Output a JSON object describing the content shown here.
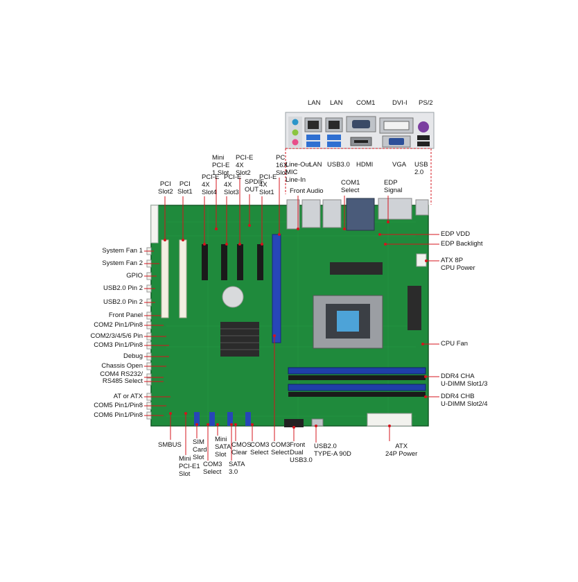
{
  "io_labels": {
    "lan1": "LAN",
    "lan2": "LAN",
    "com1": "COM1",
    "dvi": "DVI-I",
    "ps2": "PS/2",
    "audio": "Line-Out\nMIC\nLine-In",
    "lan_bottom": "LAN",
    "usb30": "USB3.0",
    "hdmi": "HDMI",
    "vga": "VGA",
    "usb20": "USB\n2.0"
  },
  "top_labels": {
    "pci_slot2": "PCI\nSlot2",
    "pci_slot1": "PCI\nSlot1",
    "pcie4x_slot4": "PCI-E\n4X\nSlot4",
    "mini_pcie1": "Mini\nPCI-E\n1 Slot",
    "pcie4x_slot3": "PCI-E\n4X\nSlot3",
    "pcie4x_slot2": "PCI-E\n4X\nSlot2",
    "spdif_out": "SPDIF\nOUT",
    "pcie4x_slot1": "PCI-E\n4X\nSlot1",
    "pcie16x": "PC\n16X\nSlot",
    "front_audio": "Front  Audio",
    "com1_select": "COM1\nSelect",
    "edp_signal": "EDP\nSignal"
  },
  "left_labels": [
    "System Fan 1",
    "System Fan 2",
    "GPIO",
    "USB2.0 Pin 2",
    "USB2.0 Pin 2",
    "Front Panel",
    "COM2 Pin1/Pin8",
    "COM2/3/4/5/6 Pin",
    "COM3 Pin1/Pin8",
    "Debug",
    "Chassis Open",
    "COM4 RS232/",
    "RS485 Select",
    "AT or ATX",
    "COM5 Pin1/Pin8",
    "COM6 Pin1/Pin8"
  ],
  "right_labels": {
    "edp_vdd": "EDP VDD",
    "edp_backlight": "EDP Backlight",
    "atx8p": "ATX 8P\nCPU Power",
    "cpu_fan": "CPU Fan",
    "ddr4_cha": "DDR4 CHA\nU-DIMM Slot1/3",
    "ddr4_chb": "DDR4 CHB\nU-DIMM Slot2/4"
  },
  "bottom_labels": {
    "smbus": "SMBUS",
    "mini_pcie1_slot": "Mini\nPCI-E1\nSlot",
    "sim_card": "SIM\nCard\nSlot",
    "com3_select_a": "COM3\nSelect",
    "mini_sata": "Mini\nSATA\nSlot",
    "sata30": "SATA\n3.0",
    "cmos_clear": "CMOS\nClear",
    "com3_select_b": "COM3\nSelect",
    "com3_select_dual": "COM3\nSelect",
    "front_dual_usb": "Front\nDual\nUSB3.0",
    "usb20_typea": "USB2.0\nTYPE-A 90D",
    "atx24p": "ATX\n24P Power"
  },
  "colors": {
    "pcb": "#1f8a3c",
    "pcb_dark": "#16682c",
    "leader": "#d4141c",
    "io_metal": "#c9ccd1",
    "dimm_blue": "#1f3fa8",
    "pcie_blue": "#2746b8",
    "pci_white": "#f3efe2"
  }
}
